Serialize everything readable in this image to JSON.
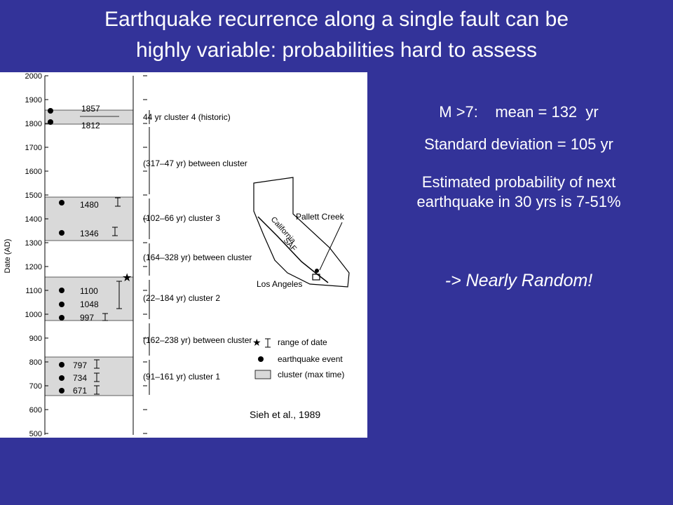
{
  "slide": {
    "title_line1": "Earthquake recurrence along a single fault can be",
    "title_line2": "highly variable: probabilities hard to assess",
    "stats_line1": "M >7:    mean = 132  yr",
    "stats_line2": "Standard deviation = 105 yr",
    "stats_line3a": "Estimated probability of next",
    "stats_line3b": "earthquake in 30 yrs is 7-51%",
    "conclusion": "-> Nearly Random!"
  },
  "figure": {
    "axis_label": "Date (AD)",
    "citation": "Sieh et al., 1989",
    "ticks": [
      "2000",
      "1900",
      "1800",
      "1700",
      "1600",
      "1500",
      "1400",
      "1300",
      "1200",
      "1100",
      "1000",
      "900",
      "800",
      "700",
      "600",
      "500"
    ],
    "events": [
      "1857",
      "1812",
      "1480",
      "1346",
      "1100",
      "1048",
      "997",
      "797",
      "734",
      "671"
    ],
    "intervals": [
      "44 yr cluster 4 (historic)",
      "(317–47 yr) between cluster",
      "(102–66 yr) cluster 3",
      "(164–328 yr) between cluster",
      "(22–184 yr) cluster 2",
      "(162–238 yr) between cluster",
      "(91–161 yr) cluster 1"
    ],
    "legend": [
      "range of date",
      "earthquake event",
      "cluster (max time)"
    ],
    "map": {
      "label1": "California",
      "label2": "SAF",
      "label3": "Pallett Creek",
      "label4": "Los Angeles"
    }
  },
  "colors": {
    "background": "#333399",
    "cluster_fill": "#d9d9d9"
  }
}
